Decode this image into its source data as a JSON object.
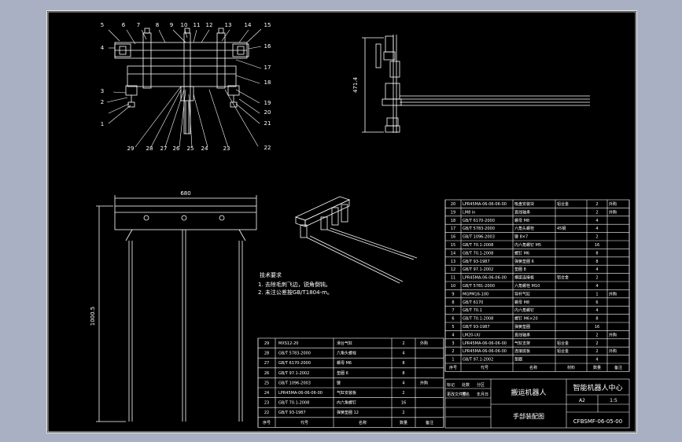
{
  "colors": {
    "background": "#aab0c3",
    "sheet": "#000000",
    "line": "#ffffff",
    "hidden_line": "#cfcfcf"
  },
  "front_view": {
    "callouts": [
      "1",
      "2",
      "3",
      "4",
      "5",
      "6",
      "7",
      "8",
      "9",
      "10",
      "11",
      "12",
      "13",
      "14",
      "15",
      "16",
      "17",
      "18",
      "19",
      "20",
      "21",
      "22",
      "23",
      "24",
      "25",
      "26",
      "27",
      "28",
      "29"
    ]
  },
  "side_view": {
    "dimension": "471.4"
  },
  "main_view": {
    "width_dim": "680",
    "height_dim": "1000.5"
  },
  "technical_requirements": {
    "title": "技术要求",
    "items": [
      "1. 去除毛刺飞边，锐角倒钝。",
      "2. 未注公差按GB/T1804-m。"
    ]
  },
  "bom_right": {
    "rows": [
      {
        "no": "20",
        "code": "LPR45MA-06-06-06-00",
        "name": "吸盘安装块",
        "material": "铝合金",
        "qty": "2",
        "note": "外购"
      },
      {
        "no": "19",
        "code": "LM8 in",
        "name": "直线轴承",
        "material": "",
        "qty": "2",
        "note": "外购"
      },
      {
        "no": "18",
        "code": "GB/T 6170-2000",
        "name": "螺母 M8",
        "material": "",
        "qty": "4",
        "note": ""
      },
      {
        "no": "17",
        "code": "GB/T 5783-2000",
        "name": "六角头螺栓",
        "material": "45钢",
        "qty": "4",
        "note": ""
      },
      {
        "no": "16",
        "code": "GB/T 1096-2003",
        "name": "键 8×7",
        "material": "",
        "qty": "2",
        "note": ""
      },
      {
        "no": "15",
        "code": "GB/T 70.1-2008",
        "name": "内六角螺钉 M5",
        "material": "",
        "qty": "16",
        "note": ""
      },
      {
        "no": "14",
        "code": "GB/T 70.1-2008",
        "name": "螺钉 M6",
        "material": "",
        "qty": "8",
        "note": ""
      },
      {
        "no": "13",
        "code": "GB/T 93-1987",
        "name": "弹簧垫圈 6",
        "material": "",
        "qty": "8",
        "note": ""
      },
      {
        "no": "12",
        "code": "GB/T 97.1-2002",
        "name": "垫圈 8",
        "material": "",
        "qty": "4",
        "note": ""
      },
      {
        "no": "11",
        "code": "LPR45MA-06-06-06-00",
        "name": "横梁连接板",
        "material": "铝合金",
        "qty": "2",
        "note": ""
      },
      {
        "no": "10",
        "code": "GB/T 5781-2000",
        "name": "六角螺栓 M10",
        "material": "",
        "qty": "4",
        "note": ""
      },
      {
        "no": "9",
        "code": "MGPM16-100",
        "name": "导杆气缸",
        "material": "",
        "qty": "1",
        "note": "外购"
      },
      {
        "no": "8",
        "code": "GB/T 6170",
        "name": "螺母 M8",
        "material": "",
        "qty": "6",
        "note": ""
      },
      {
        "no": "7",
        "code": "GB/T 70.1",
        "name": "内六角螺钉",
        "material": "",
        "qty": "4",
        "note": ""
      },
      {
        "no": "6",
        "code": "GB/T 70.1-2008",
        "name": "螺钉 M6×20",
        "material": "",
        "qty": "8",
        "note": ""
      },
      {
        "no": "5",
        "code": "GB/T 93-1987",
        "name": "弹簧垫圈",
        "material": "",
        "qty": "16",
        "note": ""
      },
      {
        "no": "4",
        "code": "LM20-UU",
        "name": "直线轴承",
        "material": "",
        "qty": "2",
        "note": "外购"
      },
      {
        "no": "3",
        "code": "LPR45MA-06-06-06-00",
        "name": "气缸支架",
        "material": "铝合金",
        "qty": "2",
        "note": ""
      },
      {
        "no": "2",
        "code": "LPR45MA-06-06-06-00",
        "name": "连接底板",
        "material": "铝合金",
        "qty": "2",
        "note": "外购"
      },
      {
        "no": "1",
        "code": "GB/T 97.1-2002",
        "name": "垫圈",
        "material": "",
        "qty": "4",
        "note": ""
      }
    ],
    "header": {
      "no": "序号",
      "code": "代号",
      "name": "名称",
      "material": "材料",
      "qty": "数量",
      "note": "备注"
    }
  },
  "bom_left": {
    "rows": [
      {
        "no": "29",
        "code": "MXS12-20",
        "name": "滑台气缸",
        "qty": "2",
        "note": "外购"
      },
      {
        "no": "28",
        "code": "GB/T 5783-2000",
        "name": "六角头螺栓",
        "qty": "4",
        "note": ""
      },
      {
        "no": "27",
        "code": "GB/T 6170-2000",
        "name": "螺母 M6",
        "qty": "8",
        "note": ""
      },
      {
        "no": "26",
        "code": "GB/T 97.1-2002",
        "name": "垫圈 6",
        "qty": "8",
        "note": ""
      },
      {
        "no": "25",
        "code": "GB/T 1096-2003",
        "name": "键",
        "qty": "4",
        "note": "外购"
      },
      {
        "no": "24",
        "code": "LPR45MA-06-06-06-00",
        "name": "气缸安装板",
        "qty": "2",
        "note": ""
      },
      {
        "no": "23",
        "code": "GB/T 70.1-2008",
        "name": "内六角螺钉",
        "qty": "16",
        "note": ""
      },
      {
        "no": "22",
        "code": "GB/T 93-1987",
        "name": "弹簧垫圈 12",
        "qty": "2",
        "note": ""
      }
    ],
    "header": {
      "no": "序号",
      "code": "代号",
      "name": "名称",
      "qty": "数量",
      "note": "备注"
    }
  },
  "title_block": {
    "drawing_title": "搬运机器人",
    "subtitle": "手部装配图",
    "company": "智能机器人中心",
    "scale": "1:5",
    "sheet_size": "A2",
    "drawing_no": "CFBSMF-06-05-00",
    "labels": [
      "标记",
      "处数",
      "分区",
      "更改文件号",
      "签名",
      "年月日"
    ]
  }
}
